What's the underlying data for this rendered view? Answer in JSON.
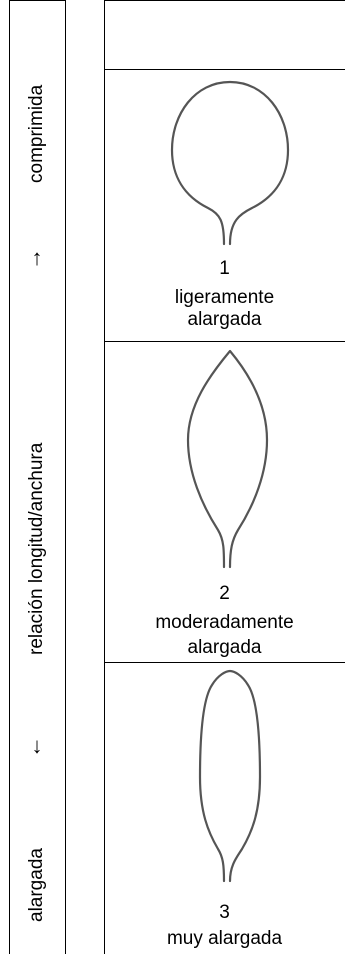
{
  "axis": {
    "top_label": "comprimida",
    "middle_label": "relación longitud/anchura",
    "bottom_label": "alargada",
    "arrow_up": "↑",
    "arrow_down": "↓"
  },
  "rows": [
    {
      "number": "1",
      "line1": "ligeramente",
      "line2": "alargada"
    },
    {
      "number": "2",
      "line1": "moderadamente",
      "line2": "alargada"
    },
    {
      "number": "3",
      "line1": "muy alargada"
    }
  ],
  "style": {
    "outline_color": "#555555",
    "border_color": "#000000"
  }
}
